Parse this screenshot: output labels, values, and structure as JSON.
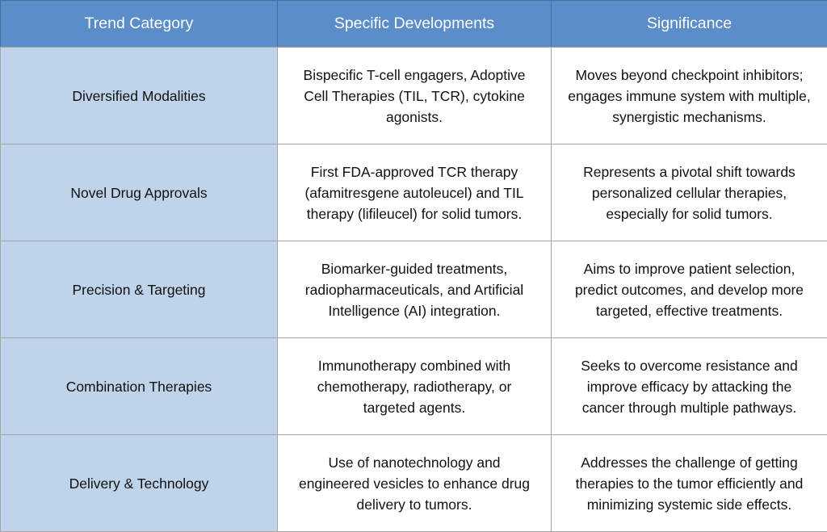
{
  "colors": {
    "header_bg": "#5b8dc8",
    "header_text": "#ffffff",
    "category_bg": "#bfd3ea",
    "body_bg": "#ffffff",
    "body_text": "#111111",
    "grid_line": "#a6a6a6",
    "header_grid_line": "#44709f"
  },
  "table": {
    "columns": [
      "Trend Category",
      "Specific Developments",
      "Significance"
    ],
    "rows": [
      {
        "category": "Diversified Modalities",
        "developments": "Bispecific T-cell engagers, Adoptive Cell Therapies (TIL, TCR), cytokine agonists.",
        "significance": "Moves beyond checkpoint inhibitors; engages immune system with multiple, synergistic mechanisms."
      },
      {
        "category": "Novel Drug Approvals",
        "developments": "First FDA-approved TCR therapy (afamitresgene autoleucel) and TIL therapy (lifileucel) for solid tumors.",
        "significance": "Represents a pivotal shift towards personalized cellular therapies, especially for solid tumors."
      },
      {
        "category": "Precision & Targeting",
        "developments": "Biomarker-guided treatments, radiopharmaceuticals, and Artificial Intelligence (AI) integration.",
        "significance": "Aims to improve patient selection, predict outcomes, and develop more targeted, effective treatments."
      },
      {
        "category": "Combination Therapies",
        "developments": "Immunotherapy combined with chemotherapy, radiotherapy, or targeted agents.",
        "significance": "Seeks to overcome resistance and improve efficacy by attacking the cancer through multiple pathways."
      },
      {
        "category": "Delivery & Technology",
        "developments": "Use of nanotechnology and engineered vesicles to enhance drug delivery to tumors.",
        "significance": "Addresses the challenge of getting therapies to the tumor efficiently and minimizing systemic side effects."
      }
    ]
  },
  "chart_data": {
    "type": "table",
    "title": "",
    "columns": [
      "Trend Category",
      "Specific Developments",
      "Significance"
    ],
    "rows": [
      [
        "Diversified Modalities",
        "Bispecific T-cell engagers, Adoptive Cell Therapies (TIL, TCR), cytokine agonists.",
        "Moves beyond checkpoint inhibitors; engages immune system with multiple, synergistic mechanisms."
      ],
      [
        "Novel Drug Approvals",
        "First FDA-approved TCR therapy (afamitresgene autoleucel) and TIL therapy (lifileucel) for solid tumors.",
        "Represents a pivotal shift towards personalized cellular therapies, especially for solid tumors."
      ],
      [
        "Precision & Targeting",
        "Biomarker-guided treatments, radiopharmaceuticals, and Artificial Intelligence (AI) integration.",
        "Aims to improve patient selection, predict outcomes, and develop more targeted, effective treatments."
      ],
      [
        "Combination Therapies",
        "Immunotherapy combined with chemotherapy, radiotherapy, or targeted agents.",
        "Seeks to overcome resistance and improve efficacy by attacking the cancer through multiple pathways."
      ],
      [
        "Delivery & Technology",
        "Use of nanotechnology and engineered vesicles to enhance drug delivery to tumors.",
        "Addresses the challenge of getting therapies to the tumor efficiently and minimizing systemic side effects."
      ]
    ],
    "layout": {
      "header_position": "top",
      "grid": true,
      "header_style": "blue-fill-white-text",
      "first_column_style": "light-blue-fill"
    }
  }
}
